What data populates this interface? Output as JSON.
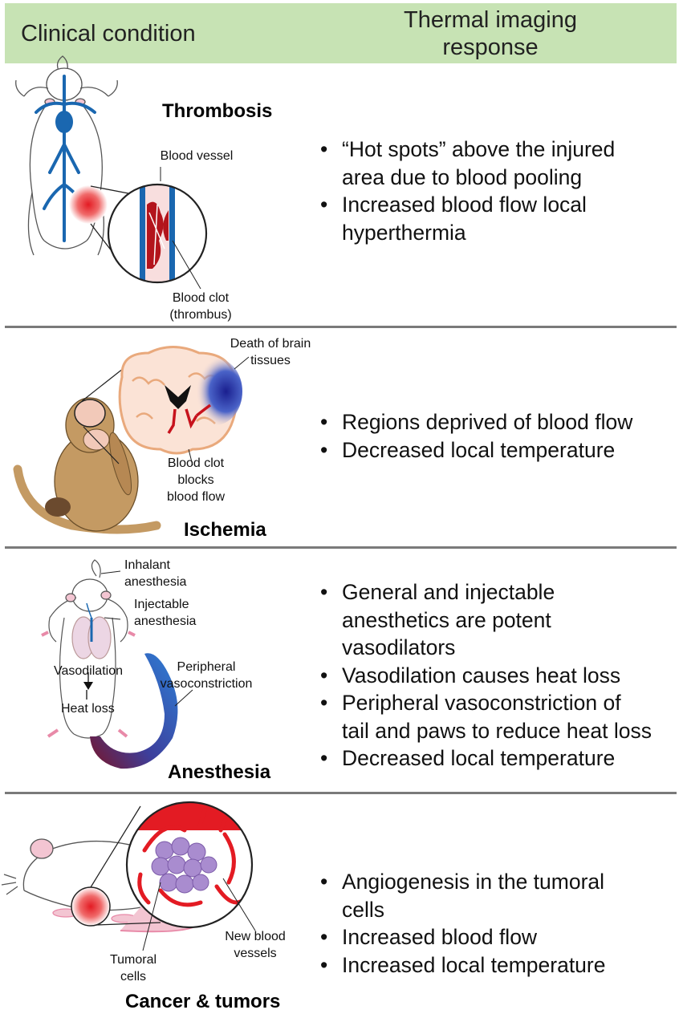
{
  "header": {
    "clinical_condition": "Clinical condition",
    "thermal_line1": "Thermal imaging",
    "thermal_line2": "response"
  },
  "sections": [
    {
      "title": "Thrombosis",
      "labels": {
        "vessel": "Blood vessel",
        "clot1": "Blood clot",
        "clot2": "(thrombus)"
      },
      "responses": [
        {
          "l1": "“Hot spots” above the injured",
          "l2": "area due to blood pooling"
        },
        {
          "l1": "Increased blood flow local",
          "l2": "hyperthermia"
        }
      ]
    },
    {
      "title": "Ischemia",
      "labels": {
        "death1": "Death of brain",
        "death2": "tissues",
        "clot1": "Blood clot",
        "clot2": "blocks",
        "clot3": "blood flow"
      },
      "responses": [
        {
          "l1": "Regions deprived of blood flow"
        },
        {
          "l1": "Decreased local temperature"
        }
      ]
    },
    {
      "title": "Anesthesia",
      "labels": {
        "inh1": "Inhalant",
        "inh2": "anesthesia",
        "inj1": "Injectable",
        "inj2": "anesthesia",
        "vaso": "Vasodilation",
        "heat": "Heat loss",
        "per1": "Peripheral",
        "per2": "vasoconstriction"
      },
      "responses": [
        {
          "l1": "General and injectable",
          "l2": "anesthetics are potent",
          "l3": "vasodilators"
        },
        {
          "l1": "Vasodilation causes heat loss"
        },
        {
          "l1": "Peripheral vasoconstriction of",
          "l2": "tail and paws to reduce heat loss"
        },
        {
          "l1": "Decreased local temperature"
        }
      ]
    },
    {
      "title": "Cancer & tumors",
      "labels": {
        "tum1": "Tumoral",
        "tum2": "cells",
        "new1": "New blood",
        "new2": "vessels"
      },
      "responses": [
        {
          "l1": "Angiogenesis in the tumoral",
          "l2": "cells"
        },
        {
          "l1": "Increased blood flow"
        },
        {
          "l1": "Increased local temperature"
        }
      ]
    }
  ],
  "colors": {
    "header_bg": "#c7e3b4",
    "separator": "#7a7a7a",
    "vessel_blue": "#1a67b0",
    "hot_red": "#e31b23",
    "cold_blue": "#1a1f8f",
    "monkey_tan": "#c49a63",
    "tumor_purple": "#a98ccf"
  }
}
